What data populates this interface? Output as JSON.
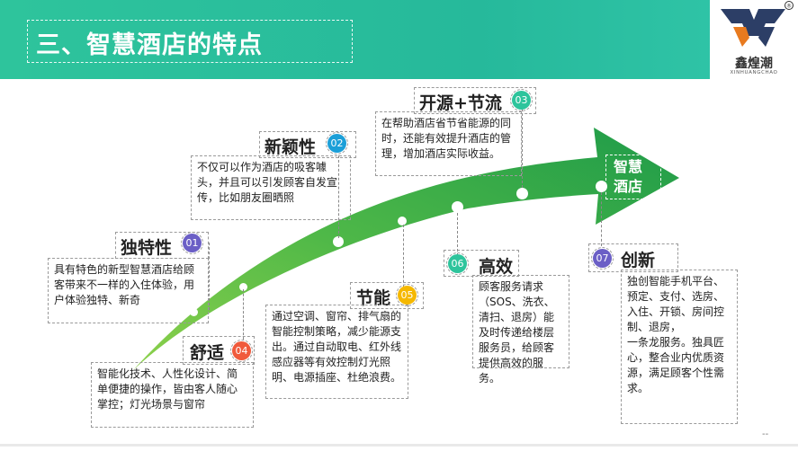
{
  "title": "三、智慧酒店的特点",
  "logo": {
    "name": "鑫煌潮",
    "sub": "XINHUANGCHAO",
    "registered": "®"
  },
  "endpoint": "智慧\n酒店",
  "colors": {
    "header": "#26b99b",
    "arrow_dark": "#1e9b49",
    "arrow_light": "#8dd14b"
  },
  "features": [
    {
      "num": "01",
      "label": "独特性",
      "color": "#6b5fc6",
      "desc": "具有特色的新型智慧酒店给顾客带来不一样的入住体验，用户体验独特、新奇"
    },
    {
      "num": "02",
      "label": "新颖性",
      "color": "#1c9fd8",
      "desc": "不仅可以作为酒店的吸客噱头，并且可以引发顾客自发宣传，比如朋友圈晒照"
    },
    {
      "num": "03",
      "label": "开源+节流",
      "color": "#2ec49c",
      "desc": "在帮助酒店省节省能源的同时，还能有效提升酒店的管理，增加酒店实际收益。"
    },
    {
      "num": "04",
      "label": "舒适",
      "color": "#f05a3c",
      "desc": "智能化技术、人性化设计、简单便捷的操作，皆由客人随心掌控；灯光场景与窗帘"
    },
    {
      "num": "05",
      "label": "节能",
      "color": "#f5b800",
      "desc": "通过空调、窗帘、排气扇的智能控制策略，减少能源支出。通过自动取电、红外线感应器等有效控制灯光照明、电源插座、杜绝浪费。"
    },
    {
      "num": "06",
      "label": "高效",
      "color": "#2ec49c",
      "desc": "顾客服务请求（SOS、洗衣、清扫、退房）能及时传递给楼层服务员，给顾客提供高效的服务。"
    },
    {
      "num": "07",
      "label": "创新",
      "color": "#6b5fc6",
      "desc": "独创智能手机平台、预定、支付、选房、入住、开锁、房间控制、退房，\n一条龙服务。独具匠心，整合业内优质资源，满足顾客个性需求。"
    }
  ],
  "page_number": "--"
}
